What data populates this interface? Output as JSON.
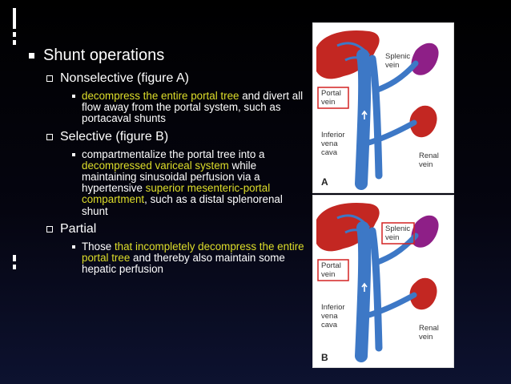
{
  "slide": {
    "title": "Shunt operations",
    "sections": [
      {
        "heading": "Nonselective (figure A)",
        "bullet": [
          {
            "t": "decompress the entire portal tree",
            "h": true
          },
          {
            "t": " and divert all flow away from the portal system, such as portacaval shunts",
            "h": false
          }
        ]
      },
      {
        "heading": "Selective (figure B)",
        "bullet": [
          {
            "t": "compartmentalize the portal tree into a ",
            "h": false
          },
          {
            "t": "decompressed variceal system",
            "h": true
          },
          {
            "t": " while maintaining sinusoidal perfusion via a hypertensive ",
            "h": false
          },
          {
            "t": "superior mesenteric-portal compartment",
            "h": true
          },
          {
            "t": ", such as a distal splenorenal shunt",
            "h": false
          }
        ]
      },
      {
        "heading": "Partial",
        "bullet": [
          {
            "t": "Those ",
            "h": false
          },
          {
            "t": "that incompletely decompress the entire portal tree",
            "h": true
          },
          {
            "t": " and thereby also maintain some hepatic perfusion",
            "h": false
          }
        ]
      }
    ]
  },
  "figureA": {
    "splenic": "Splenic vein",
    "portal": "Portal vein",
    "ivc": "Inferior vena cava",
    "renal": "Renal vein",
    "letter": "A"
  },
  "figureB": {
    "splenic": "Splenic vein",
    "portal": "Portal vein",
    "ivc": "Inferior vena cava",
    "renal": "Renal vein",
    "letter": "B"
  },
  "colors": {
    "highlight": "#dede2a",
    "liver": "#c32722",
    "spleen": "#8e1f87",
    "vein": "#3d78c6",
    "callout": "#d42222"
  }
}
